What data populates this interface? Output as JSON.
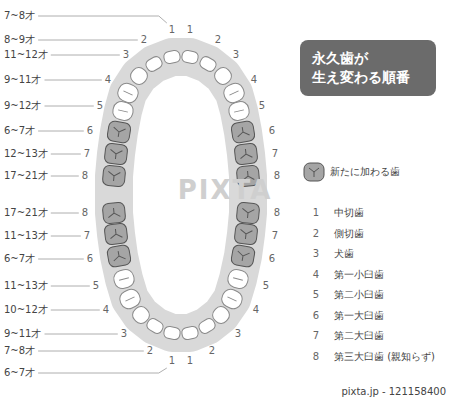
{
  "diagram": {
    "nodes": [
      {
        "text": [
          "永久歯が 生え変わる順番"
        ]
      }
    ],
    "labels": [
      "7~8才",
      "8~9才",
      "11~12才",
      "9~11才",
      "9~12才",
      "6~7才",
      "12~13才",
      "17~21才",
      "1",
      "2",
      "3",
      "4",
      "5",
      "6",
      "7",
      "8",
      "1",
      "2",
      "3",
      "4",
      "5",
      "6",
      "7",
      "8",
      "17~21才",
      "11~13才",
      "6~7才",
      "11~13才",
      "10~12才",
      "9~11才",
      "7~8才",
      "6~7才",
      "8",
      "7",
      "6",
      "5",
      "4",
      "3",
      "2",
      "1",
      "8",
      "7",
      "6",
      "5",
      "4",
      "3",
      "2",
      "1",
      "1",
      "中切歯",
      "2",
      "側切歯",
      "3",
      "犬歯",
      "4",
      "第一小臼歯",
      "5",
      "第二小臼歯",
      "6",
      "第一大臼歯",
      "7",
      "第二大臼歯",
      "8",
      "第三大臼歯 (親知らず)",
      "PIXTA",
      "pixta.jp - 121158400"
    ],
    "legend": [
      {
        "text": "新たに加わる歯"
      }
    ]
  }
}
